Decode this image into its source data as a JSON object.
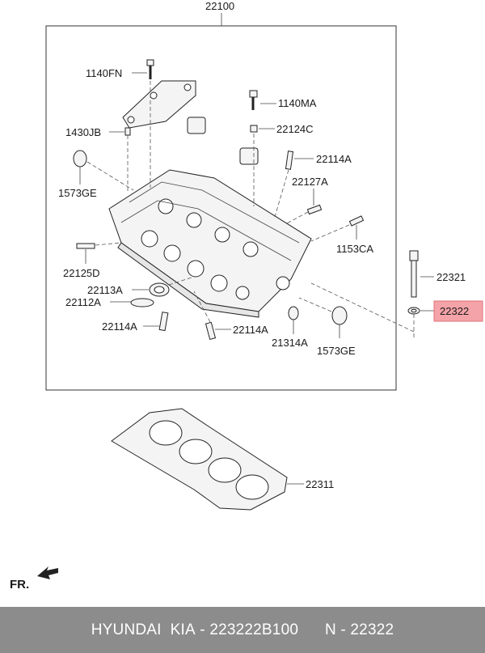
{
  "diagram": {
    "assembly_label": "22100",
    "labels": {
      "l_1140FN": "1140FN",
      "l_1430JB": "1430JB",
      "l_1573GE_a": "1573GE",
      "l_1140MA": "1140MA",
      "l_22124C": "22124C",
      "l_22114A_a": "22114A",
      "l_22127A": "22127A",
      "l_1153CA": "1153CA",
      "l_22125D": "22125D",
      "l_22113A": "22113A",
      "l_22112A": "22112A",
      "l_22114A_b": "22114A",
      "l_22114A_c": "22114A",
      "l_21314A": "21314A",
      "l_1573GE_b": "1573GE",
      "l_22321": "22321",
      "l_22322": "22322",
      "l_22311": "22311"
    },
    "highlight_color": "#f4a3a8",
    "direction_label": "FR."
  },
  "footer": {
    "brand": "HYUNDAI  KIA",
    "part_number": "223222B100",
    "n_label": "N",
    "n_value": "22322"
  }
}
